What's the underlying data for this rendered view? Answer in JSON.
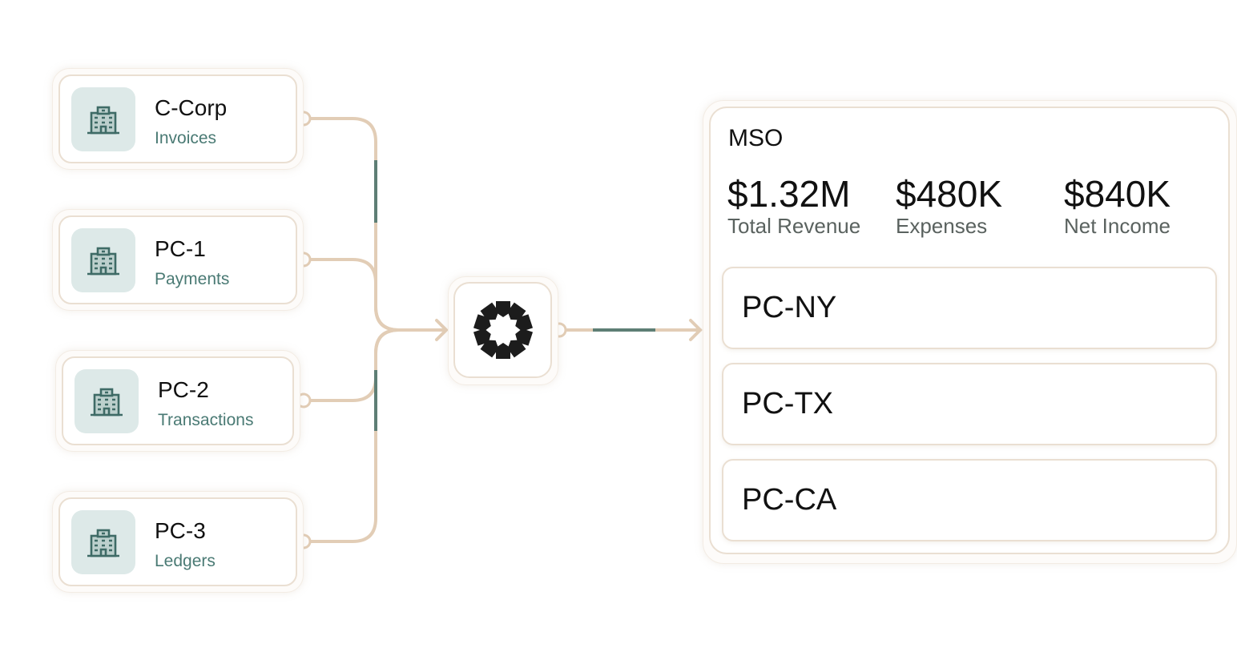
{
  "sources": [
    {
      "title": "C-Corp",
      "subtitle": "Invoices",
      "icon": "building-icon"
    },
    {
      "title": "PC-1",
      "subtitle": "Payments",
      "icon": "building-icon"
    },
    {
      "title": "PC-2",
      "subtitle": "Transactions",
      "icon": "building-icon"
    },
    {
      "title": "PC-3",
      "subtitle": "Ledgers",
      "icon": "building-icon"
    }
  ],
  "hub": {
    "icon": "starburst-logo-icon"
  },
  "mso": {
    "title": "MSO",
    "metrics": [
      {
        "value": "$1.32M",
        "label": "Total Revenue"
      },
      {
        "value": "$480K",
        "label": "Expenses"
      },
      {
        "value": "$840K",
        "label": "Net Income"
      }
    ],
    "entities": [
      "PC-NY",
      "PC-TX",
      "PC-CA"
    ]
  },
  "colors": {
    "connector": "#e2cdb6",
    "accent": "#3e6b66",
    "tile": "#dde9e8"
  }
}
